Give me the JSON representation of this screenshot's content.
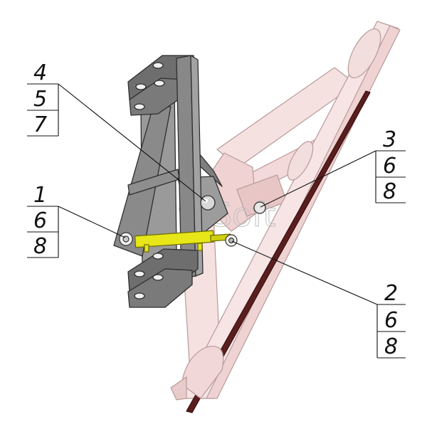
{
  "watermark": "AutoSoft",
  "callouts": [
    {
      "id": "a",
      "labels": [
        "4",
        "5",
        "7"
      ]
    },
    {
      "id": "b",
      "labels": [
        "1",
        "6",
        "8"
      ]
    },
    {
      "id": "c",
      "labels": [
        "3",
        "6",
        "8"
      ]
    },
    {
      "id": "d",
      "labels": [
        "2",
        "6",
        "8"
      ]
    }
  ],
  "colors": {
    "frame_pink": "#f6e1e1",
    "frame_stroke": "#b89a9a",
    "bracket_gray": "#7d7d7d",
    "bracket_dark": "#4a4a4a",
    "cylinder_yellow": "#e6e619",
    "blade_edge": "#5a1e1e"
  }
}
